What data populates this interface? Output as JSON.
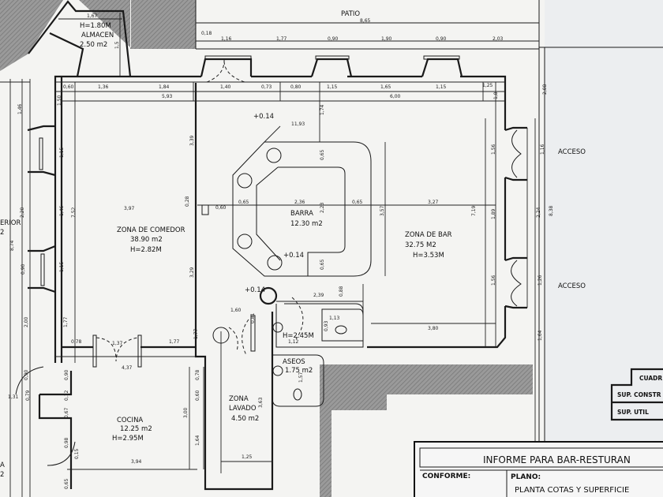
{
  "plan": {
    "patio_label": "PATIO",
    "rooms": {
      "almacen": {
        "height": "H=1.80M",
        "name": "ALMACEN",
        "area": "2.50 m2"
      },
      "comedor": {
        "name": "ZONA DE COMEDOR",
        "area": "38.90 m2",
        "height": "H=2.82M"
      },
      "barra": {
        "name": "BARRA",
        "area": "12.30 m2",
        "level": "+0.14"
      },
      "bar": {
        "name": "ZONA DE BAR",
        "area": "32.75 M2",
        "height": "H=3.53M"
      },
      "cocina": {
        "name": "COCINA",
        "area": "12.25 m2",
        "height": "H=2.95M"
      },
      "lavado": {
        "name1": "ZONA",
        "name2": "LAVADO",
        "area": "4.50 m2"
      },
      "aseos": {
        "name": "ASEOS",
        "area": "1.75 m2",
        "height": "H=2.45M"
      },
      "left_cut_1": "ERIOR",
      "left_cut_2": "2",
      "left_cut_3": "A",
      "left_cut_4": "2"
    },
    "levels": [
      "+0.14",
      "+0.14"
    ],
    "access": [
      "ACCESO",
      "ACCESO"
    ],
    "dims": {
      "top": [
        "1,67",
        "0,18",
        "1,16",
        "1,77",
        "0,90",
        "1,90",
        "0,90",
        "2,03",
        "8,65"
      ],
      "row1": [
        "0,60",
        "1,36",
        "1,84",
        "1,40",
        "0,73",
        "0,80",
        "1,15",
        "1,65",
        "1,15",
        "1,25"
      ],
      "row2": [
        "5,93",
        "6,00",
        "11,93"
      ],
      "vert_top": [
        "1,74",
        "1,8",
        "2,08",
        "1,50",
        "1,46",
        "1,5"
      ],
      "center": [
        "3,39",
        "3,29",
        "0,65",
        "0,65",
        "2,23",
        "0,28",
        "0,60",
        "0,65",
        "2,36",
        "0,65",
        "3,57",
        "3,27",
        "7,19",
        "3,97"
      ],
      "right": [
        "1,56",
        "1,89",
        "1,56",
        "1,16",
        "2,24",
        "8,38",
        "1,26",
        "1,64",
        "3,80"
      ],
      "left": [
        "1,15",
        "2,20",
        "7,52",
        "1,46",
        "8,74",
        "0,90",
        "1,15",
        "2,00",
        "1,77",
        "0,78",
        "1,37",
        "1,77",
        "4,37",
        "1,77"
      ],
      "kitchen": [
        "0,90",
        "0,90",
        "1,31",
        "0,79",
        "0,12",
        "0,67",
        "0,98",
        "0,15",
        "0,65",
        "3,94",
        "3,00",
        "1,64",
        "0,60",
        "0,78",
        "1,25",
        "3,63"
      ],
      "bath": [
        "2,39",
        "0,88",
        "1,60",
        "0,81",
        "1,13",
        "0,93",
        "1,12",
        "1,57"
      ]
    }
  },
  "surface_table": {
    "header": "CUADR",
    "rows": [
      "SUP. CONSTR",
      "SUP. UTIL"
    ]
  },
  "title_block": {
    "title": "INFORME PARA BAR-RESTURAN",
    "conforme_label": "CONFORME:",
    "plano_label": "PLANO:",
    "plano_value": "PLANTA  COTAS Y SUPERFICIE"
  },
  "colors": {
    "paper": "#f4f4f2",
    "ink": "#1a1a1a",
    "hatch": "#8f8f8f"
  }
}
